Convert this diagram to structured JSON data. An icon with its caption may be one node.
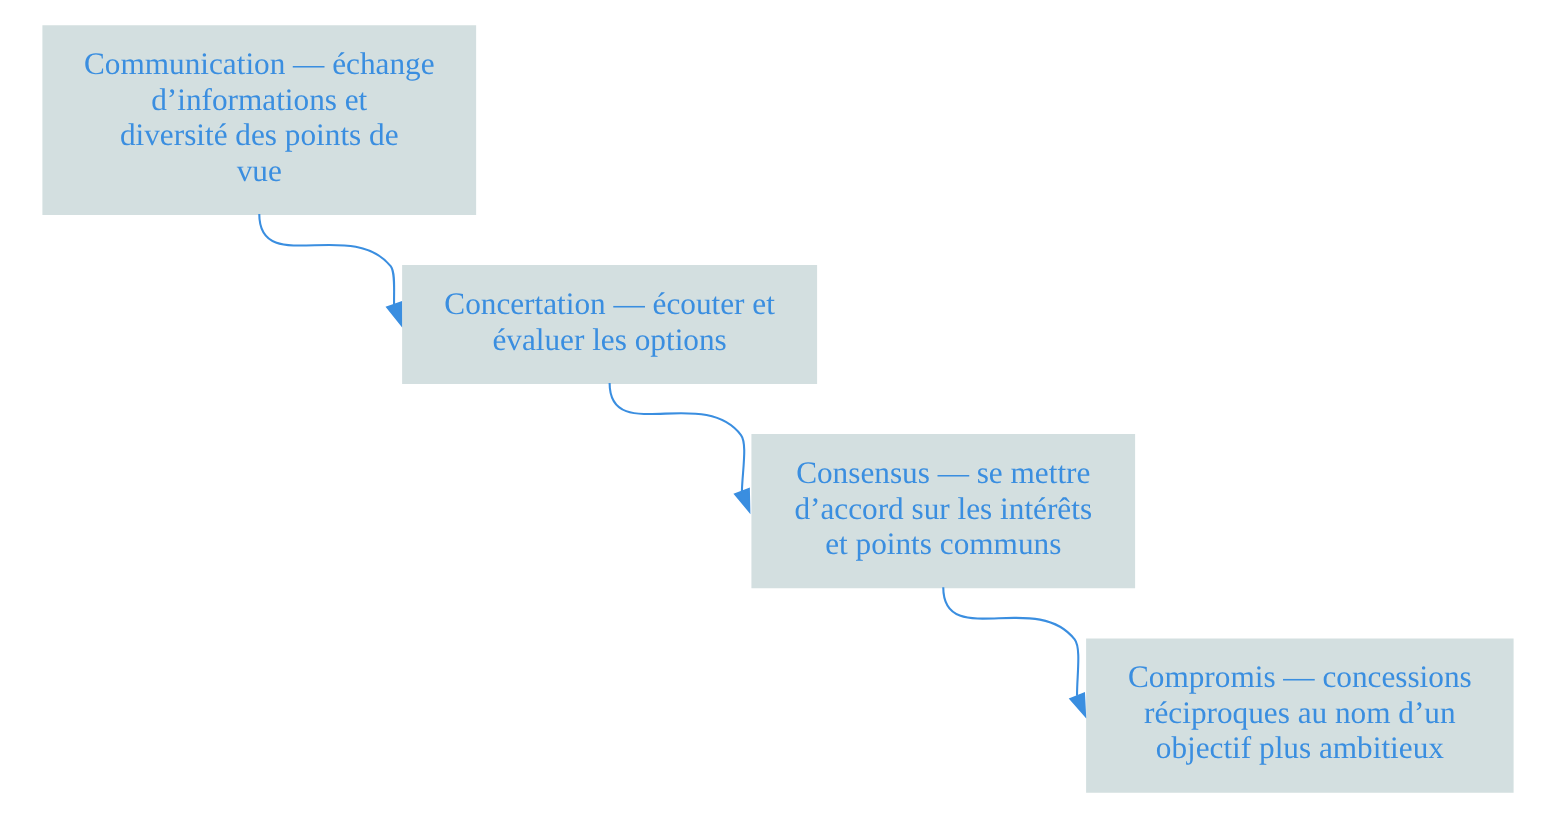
{
  "diagram": {
    "nodes": [
      {
        "text": [
          "Communication — échange d’informations et diversité des points de vue"
        ]
      },
      {
        "text": [
          "Concertation — écouter et évaluer les options"
        ]
      },
      {
        "text": [
          "Consensus — se mettre d’accord sur les intérêts et points communs"
        ]
      },
      {
        "text": [
          "Compromis — concessions réciproques au nom d’un objectif plus ambitieux"
        ]
      }
    ],
    "edges": [
      {
        "from": 0,
        "to": 1,
        "arrow": "to"
      },
      {
        "from": 1,
        "to": 2,
        "arrow": "to"
      },
      {
        "from": 2,
        "to": 3,
        "arrow": "to"
      }
    ]
  }
}
